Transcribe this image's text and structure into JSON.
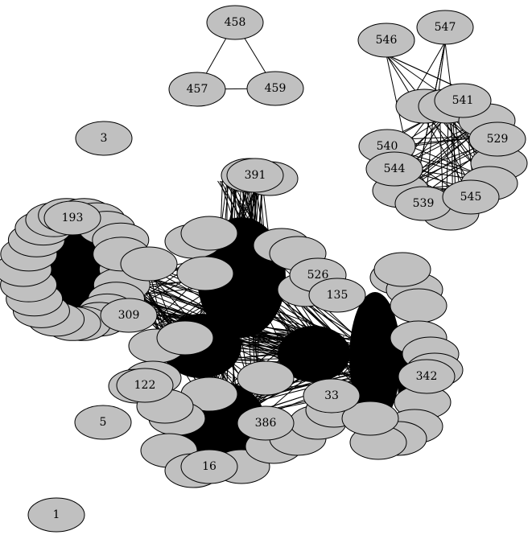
{
  "diagram": {
    "type": "network-graph",
    "colors": {
      "node_fill": "#c0c0c0",
      "node_stroke": "#000000",
      "edge": "#000000",
      "background": "#ffffff"
    },
    "labeled_nodes": [
      "458",
      "457",
      "459",
      "546",
      "547",
      "541",
      "529",
      "540",
      "544",
      "539",
      "545",
      "3",
      "391",
      "193",
      "526",
      "309",
      "135",
      "1",
      "5",
      "122",
      "386",
      "16",
      "33",
      "342"
    ],
    "node_labels": {
      "n458": "458",
      "n457": "457",
      "n459": "459",
      "n546": "546",
      "n547": "547",
      "n541": "541",
      "n529": "529",
      "n540": "540",
      "n544": "544",
      "n539": "539",
      "n545": "545",
      "n3": "3",
      "n391": "391",
      "n193": "193",
      "n526": "526",
      "n309": "309",
      "n135": "135",
      "n1": "1",
      "n5": "5",
      "n122": "122",
      "n386": "386",
      "n16": "16",
      "n33": "33",
      "n342": "342"
    }
  }
}
